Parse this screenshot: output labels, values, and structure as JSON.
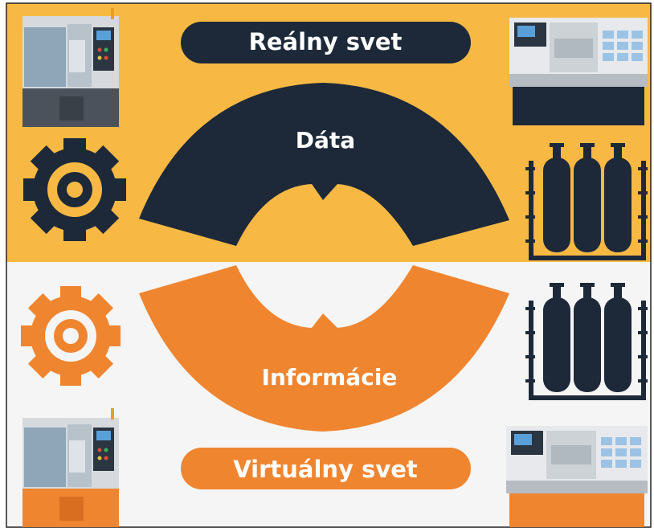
{
  "labels": {
    "real_world": "Reálny svet",
    "data": "Dáta",
    "information": "Informácie",
    "virtual_world": "Virtuálny svet"
  },
  "colors": {
    "top_background": "#f7b944",
    "bottom_background": "#f5f5f5",
    "navy": "#1d2939",
    "orange": "#f08530",
    "white_text": "#ffffff"
  }
}
